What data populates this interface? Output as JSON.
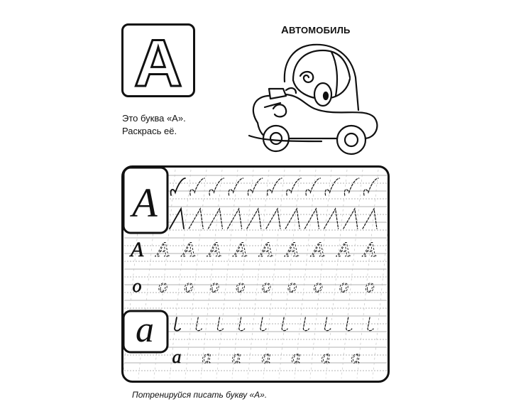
{
  "letter_box": {
    "letter": "A"
  },
  "caption": {
    "line1": "Это буква «А».",
    "line2": "Раскрась её."
  },
  "car": {
    "title_first": "А",
    "title_rest": "ВТОМОБИЛЬ",
    "icon": "car-icon"
  },
  "practice": {
    "uppercase_sample": "A",
    "lowercase_sample": "a",
    "rows": [
      {
        "glyph": "stroke-hook",
        "count": 11
      },
      {
        "glyph": "stroke-caret",
        "count": 11
      },
      {
        "glyph": "capital-a",
        "text": "A",
        "count": 10
      },
      {
        "glyph": "letter-o",
        "text": "o",
        "count": 10
      },
      {
        "glyph": "stroke-short",
        "count": 10
      },
      {
        "glyph": "small-a",
        "text": "a",
        "count": 7
      }
    ]
  },
  "footer": {
    "text": "Потренируйся писать букву «А»."
  }
}
